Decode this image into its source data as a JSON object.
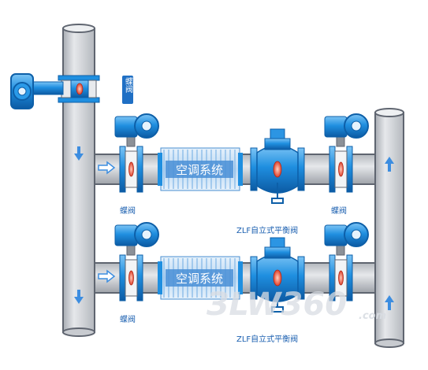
{
  "labels": {
    "butterfly_valve": "蝶阀",
    "ac_system": "空调系统",
    "balance_valve": "ZLF自立式平衡阀"
  },
  "watermark": {
    "main": "ЗLW360",
    "suffix": ".com"
  },
  "colors": {
    "pipe_fill": "#d7d9dd",
    "pipe_stroke": "#5f6570",
    "valve_blue": "#1f8fe0",
    "valve_dark": "#0d5fa8",
    "label_blue": "#1a5fb0",
    "arrow_blue": "#3c8de0",
    "coil_fill": "#cfe4f8"
  },
  "icons": [
    "flow-arrow-down-icon",
    "flow-arrow-up-icon",
    "flow-arrow-right-icon"
  ]
}
